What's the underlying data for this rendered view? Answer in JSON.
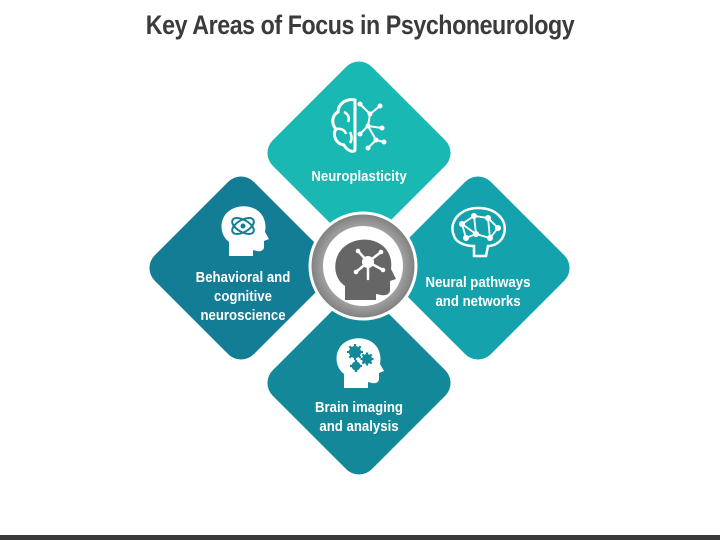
{
  "title": "Key Areas of Focus in Psychoneurology",
  "colors": {
    "top": "#1ab8b2",
    "right": "#14a3ad",
    "left": "#137d95",
    "bottom": "#138898",
    "center_ring": "#9a9a9a",
    "center_core": "#ffffff"
  },
  "areas": {
    "top": {
      "line1": "Neuroplasticity",
      "icon": "brain-network-icon"
    },
    "right": {
      "line1": "Neural pathways",
      "line2": "and networks",
      "icon": "neural-network-head-icon"
    },
    "left": {
      "line1": "Behavioral and",
      "line2": "cognitive",
      "line3": "neuroscience",
      "icon": "atom-head-icon"
    },
    "bottom": {
      "line1": "Brain imaging",
      "line2": "and analysis",
      "icon": "gears-head-icon"
    }
  },
  "center": {
    "icon": "neuron-head-icon"
  }
}
